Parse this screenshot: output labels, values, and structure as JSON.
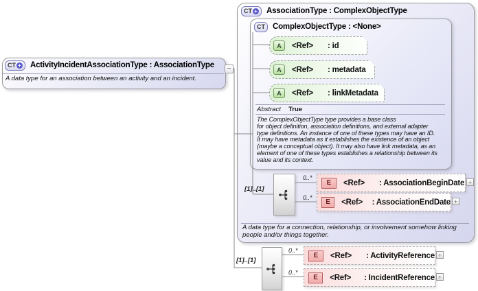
{
  "symbols": {
    "plus": "+",
    "expand": "+",
    "collapse": "−"
  },
  "colors": {
    "type_box_fill": "#d8d9f0",
    "attribute_fill": "#ddf2d4",
    "attribute_badge": "#b7dfa0",
    "element_fill": "#fbdede",
    "element_badge": "#f2aeae",
    "border": "#9b9b9b"
  },
  "left_box": {
    "badge": "CT",
    "title": "ActivityIncidentAssociationType : AssociationType",
    "description": "A data type for an association between an activity and an incident."
  },
  "right_box": {
    "badge": "CT",
    "title": "AssociationType : ComplexObjectType",
    "base_box": {
      "badge": "CT",
      "title": "ComplexObjectType : <None>",
      "attributes": [
        {
          "badge": "A",
          "ref": "<Ref>",
          "name": ": id"
        },
        {
          "badge": "A",
          "ref": "<Ref>",
          "name": ": metadata"
        },
        {
          "badge": "A",
          "ref": "<Ref>",
          "name": ": linkMetadata"
        }
      ],
      "abstract_label": "Abstract",
      "abstract_value": "True",
      "description": "The ComplexObjectType type provides a base class\nfor object definition, association definitions, and external adapter\ntype definitions. An instance of one of these types may have an ID.\nIt may have metadata as it establishes the existence of an object\n(maybe a conceptual object). It may also have link metadata, as an\nelement of one of these types establishes a relationship between its\nvalue and its context."
    },
    "content": {
      "cardinality": "[1]..[1]",
      "elements": [
        {
          "occurs": "0..*",
          "badge": "E",
          "ref": "<Ref>",
          "name": ": AssociationBeginDate"
        },
        {
          "occurs": "0..*",
          "badge": "E",
          "ref": "<Ref>",
          "name": ": AssociationEndDate"
        }
      ]
    },
    "description": "A data type for a connection, relationship, or involvement somehow linking\npeople and/or things together."
  },
  "derived_content": {
    "cardinality": "[1]..[1]",
    "elements": [
      {
        "occurs": "0..*",
        "badge": "E",
        "ref": "<Ref>",
        "name": ": ActivityReference"
      },
      {
        "occurs": "0..*",
        "badge": "E",
        "ref": "<Ref>",
        "name": ": IncidentReference"
      }
    ]
  }
}
